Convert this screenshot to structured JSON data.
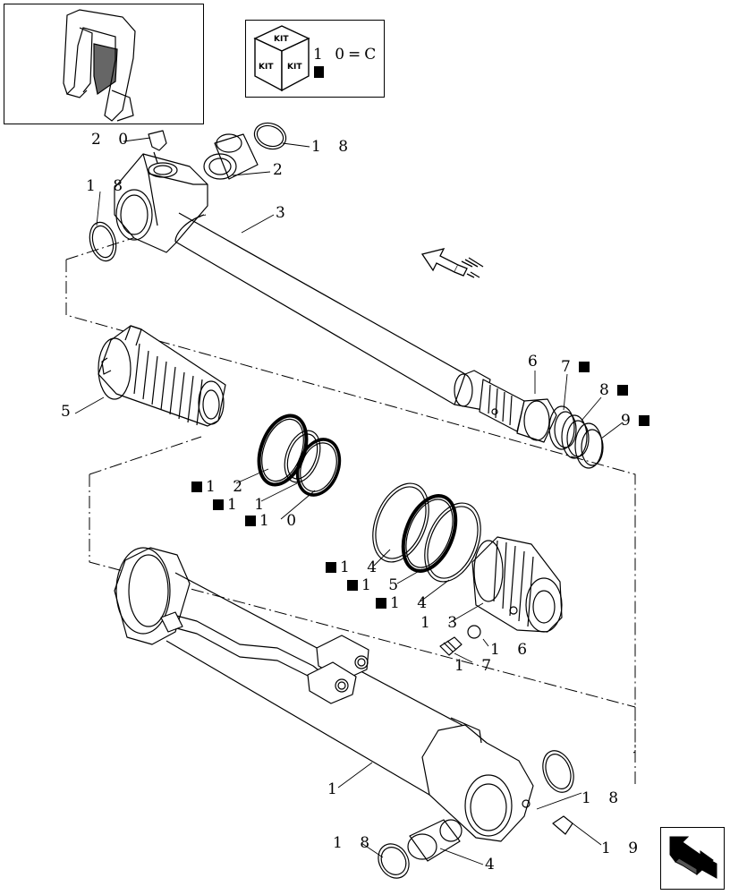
{
  "kit_legend": {
    "icon_text": "KIT",
    "label": "1 0=C"
  },
  "callouts": [
    {
      "id": "c20",
      "text": "2 0",
      "kit": false
    },
    {
      "id": "c18a",
      "text": "1 8",
      "kit": false
    },
    {
      "id": "c2",
      "text": "2",
      "kit": false
    },
    {
      "id": "c18b",
      "text": "1 8",
      "kit": false
    },
    {
      "id": "c3",
      "text": "3",
      "kit": false
    },
    {
      "id": "c5",
      "text": "5",
      "kit": false
    },
    {
      "id": "c6",
      "text": "6",
      "kit": false
    },
    {
      "id": "c7",
      "text": "7",
      "kit": true
    },
    {
      "id": "c8",
      "text": "8",
      "kit": true
    },
    {
      "id": "c9",
      "text": "9",
      "kit": true
    },
    {
      "id": "c12",
      "text": "1 2",
      "kit": true
    },
    {
      "id": "c11",
      "text": "1 1",
      "kit": true
    },
    {
      "id": "c10",
      "text": "1 0",
      "kit": true
    },
    {
      "id": "c14a",
      "text": "1 4",
      "kit": true
    },
    {
      "id": "c15",
      "text": "1 5",
      "kit": true
    },
    {
      "id": "c14b",
      "text": "1 4",
      "kit": true
    },
    {
      "id": "c13",
      "text": "1 3",
      "kit": false
    },
    {
      "id": "c16",
      "text": "1 6",
      "kit": false
    },
    {
      "id": "c17",
      "text": "1 7",
      "kit": false
    },
    {
      "id": "c1",
      "text": "1",
      "kit": false
    },
    {
      "id": "c18c",
      "text": "1 8",
      "kit": false
    },
    {
      "id": "c19",
      "text": "1 9",
      "kit": false
    },
    {
      "id": "c18d",
      "text": "1 8",
      "kit": false
    },
    {
      "id": "c4",
      "text": "4",
      "kit": false
    }
  ],
  "icons": {
    "thumbnail": "excavator-boom-thumbnail-icon",
    "kit": "kit-cube-icon",
    "direction": "direction-arrow-icon",
    "nav": "previous-page-arrow-icon"
  }
}
